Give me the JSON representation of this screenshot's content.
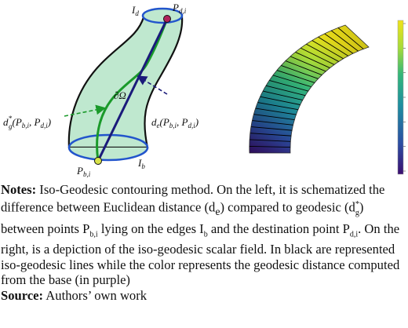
{
  "figure": {
    "left_diagram": {
      "label_Id": "I",
      "label_Id_sub": "d",
      "label_Pdi": "P",
      "label_Pdi_sub": "d,i",
      "label_dOmega": "∂Ω",
      "label_dg": "d",
      "label_dg_sup": "*",
      "label_dg_sub": "g",
      "label_dg_args": "(P",
      "label_dg_args_sub1": "b,i",
      "label_dg_args_mid": ", P",
      "label_dg_args_sub2": "d,i",
      "label_dg_close": ")",
      "label_de": "d",
      "label_de_sub": "e",
      "label_de_args": "(P",
      "label_de_args_sub1": "b,i",
      "label_de_args_mid": ", P",
      "label_de_args_sub2": "d,i",
      "label_de_close": ")",
      "label_Pbi": "P",
      "label_Pbi_sub": "b,i",
      "label_Ib": "I",
      "label_Ib_sub": "b",
      "colors": {
        "tube_fill": "#bfe8cf",
        "edge_blue": "#2255cc",
        "geodesic_green": "#1a9a2a",
        "euclid_navy": "#1a1a7a",
        "start_point": "#d8e24a",
        "end_point": "#b0205a"
      }
    },
    "right_plot": {
      "colormap": [
        "#3b0f70",
        "#2c4ea3",
        "#1f8fa0",
        "#35b779",
        "#a6db3a",
        "#f0e31a"
      ],
      "contour_color": "#000000",
      "colorbar_ticks": 7
    }
  },
  "caption": {
    "notes_label": "Notes:",
    "t1": " Iso-Geodesic contouring method. On the left, it is schematized the difference between Euclidean distance (d",
    "t1_sub": "e",
    "t2": ") compared to geodesic (d",
    "t2_sup": "*",
    "t2_sub": "g",
    "t3": ") between points P",
    "t3_sub": "b,i",
    "t4": " lying on the edges I",
    "t4_sub": "b",
    "t5": " and the destination point P",
    "t5_sub": "d,i",
    "t6": ". On the right, is a depiction of the iso-geodesic scalar field. In black are represented iso-geodesic lines while the color represents the geodesic distance computed from the base (in purple)",
    "source_label": "Source:",
    "source_text": " Authors’ own work"
  }
}
